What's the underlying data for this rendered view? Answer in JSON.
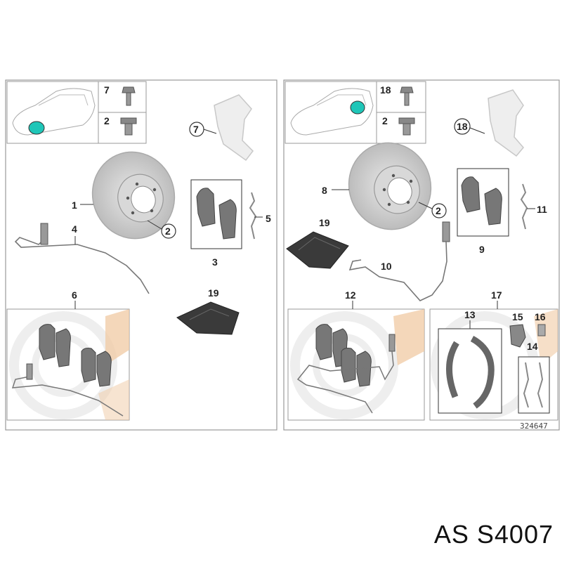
{
  "diagram": {
    "reference_number": "324647",
    "front": {
      "labels": {
        "disc": "1",
        "bolt_small": "2",
        "pad_set": "3",
        "sensor": "4",
        "spring": "5",
        "repair_kit": "6",
        "bolt_a": "7",
        "bolt_b": "2",
        "guide": "7",
        "mat": "19"
      }
    },
    "rear": {
      "labels": {
        "bolt_a": "18",
        "bolt_b": "2",
        "guide": "18",
        "disc": "8",
        "bolt_small": "2",
        "pad_set": "9",
        "spring": "11",
        "mat": "19",
        "sensor": "10",
        "repair_kit": "12",
        "parking_kit": "17",
        "shoes": "13",
        "part15": "15",
        "part16": "16",
        "part14": "14"
      }
    },
    "colors": {
      "marker": "#1fc6b8",
      "accent": "#f0c9a3",
      "part_fill": "#888888",
      "frame": "#999999"
    }
  },
  "caption": "AS S4007"
}
